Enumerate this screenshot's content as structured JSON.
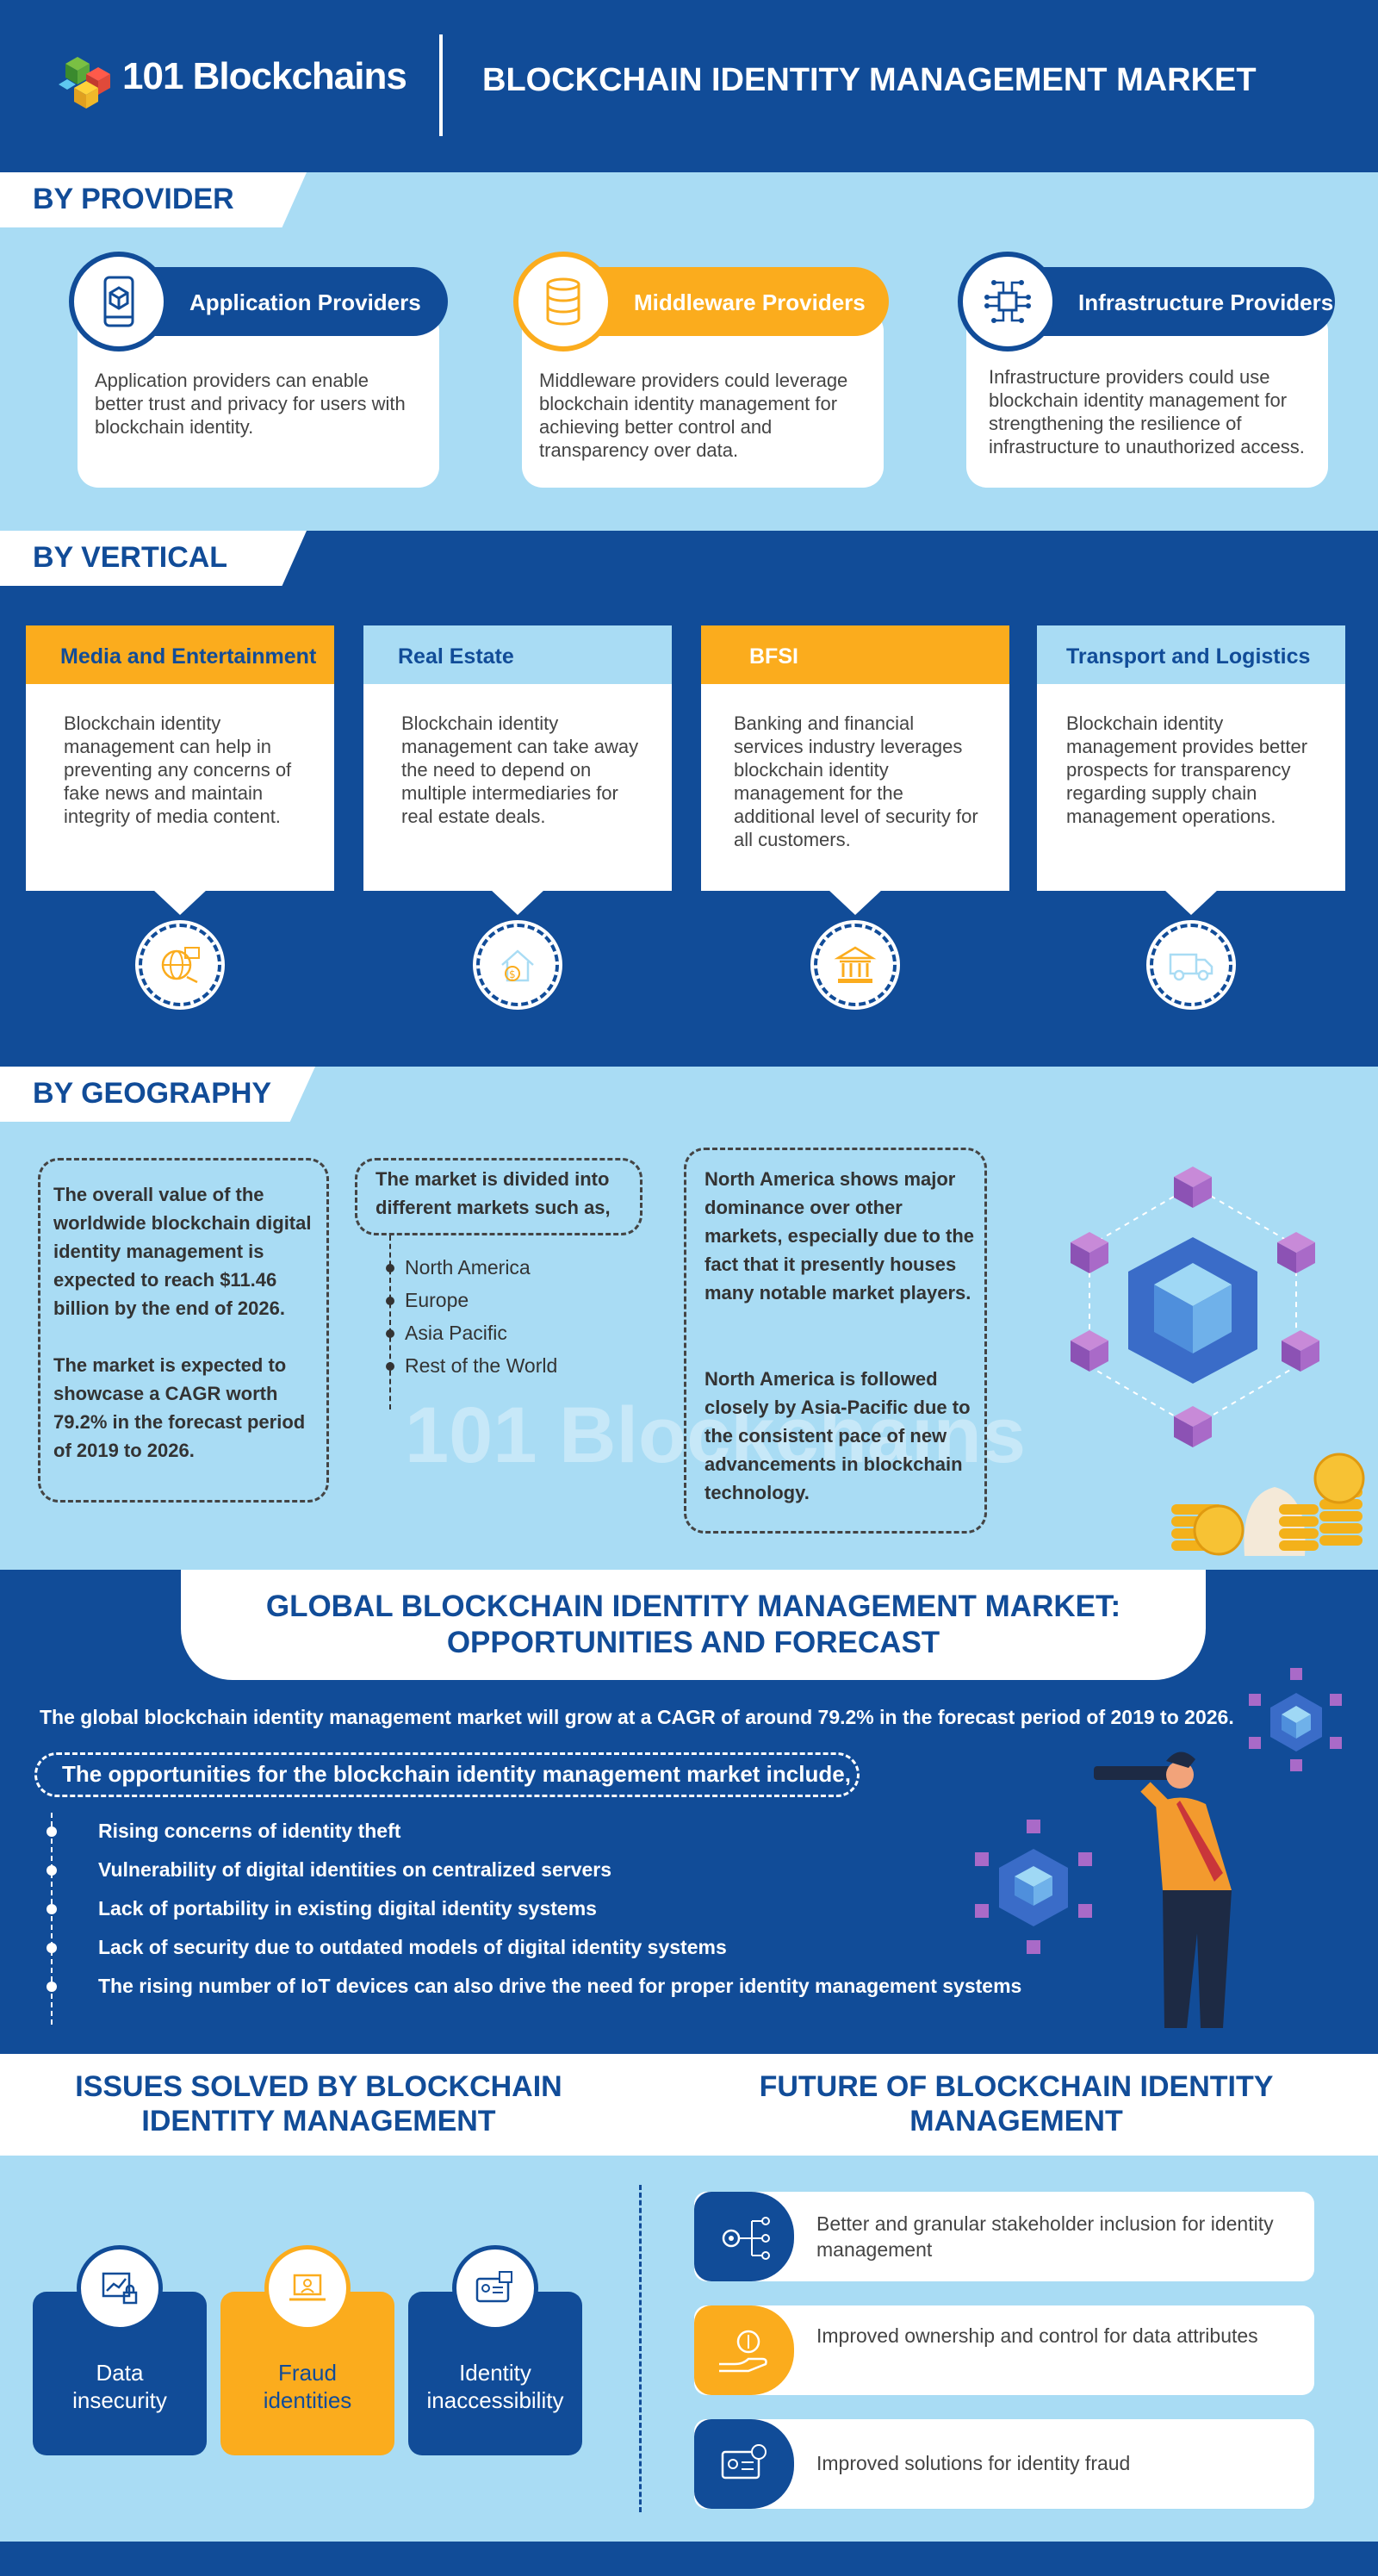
{
  "header": {
    "logo_text": "101 Blockchains",
    "title": "BLOCKCHAIN IDENTITY MANAGEMENT MARKET"
  },
  "provider": {
    "section_title": "BY PROVIDER",
    "items": [
      {
        "label": "Application Providers",
        "icon": "cube-phone-icon",
        "desc": "Application providers can enable better trust and privacy for users with blockchain identity."
      },
      {
        "label": "Middleware Providers",
        "icon": "database-icon",
        "desc": "Middleware providers could leverage blockchain identity management for achieving better control and transparency over data."
      },
      {
        "label": "Infrastructure Providers",
        "icon": "circuit-chip-icon",
        "desc": "Infrastructure providers could use blockchain identity management for strengthening the resilience of infrastructure to unauthorized access."
      }
    ]
  },
  "vertical": {
    "section_title": "BY VERTICAL",
    "items": [
      {
        "label": "Media and Entertainment",
        "icon": "globe-media-icon",
        "desc": "Blockchain identity management can help in preventing any concerns of fake news and maintain integrity of media content."
      },
      {
        "label": "Real Estate",
        "icon": "house-dollar-icon",
        "desc": "Blockchain identity management can take away the need to depend on multiple intermediaries for real estate deals."
      },
      {
        "label": "BFSI",
        "icon": "bank-icon",
        "desc": "Banking and financial services industry leverages blockchain identity management for the additional level of security for all customers."
      },
      {
        "label": "Transport and Logistics",
        "icon": "truck-icon",
        "desc": "Blockchain identity management provides better prospects for transparency regarding supply chain management operations."
      }
    ]
  },
  "geography": {
    "section_title": "BY GEOGRAPHY",
    "value_text_1": "The overall value of the worldwide blockchain digital identity management is expected to reach $11.46 billion by the end of 2026.",
    "value_text_2": "The market is expected to showcase a CAGR worth 79.2% in the forecast period of 2019 to 2026.",
    "divided_intro": "The market is divided into different markets such as,",
    "regions": [
      "North America",
      "Europe",
      "Asia Pacific",
      "Rest of the World"
    ],
    "na_text_1": "North America shows major dominance over other markets, especially due to the fact that it presently houses many notable market players.",
    "na_text_2": "North America is followed closely by Asia-Pacific due to the consistent pace of new advancements in blockchain technology.",
    "watermark": "101 Blockchains"
  },
  "global": {
    "title_line_1": "GLOBAL BLOCKCHAIN IDENTITY MANAGEMENT MARKET:",
    "title_line_2": "OPPORTUNITIES AND FORECAST",
    "cagr_text": "The global blockchain identity management market will grow at a CAGR of around 79.2% in the forecast period of 2019 to 2026.",
    "opps_intro": "The opportunities for the blockchain identity management market include,",
    "opportunities": [
      "Rising concerns of identity theft",
      "Vulnerability of digital identities on centralized servers",
      "Lack of portability in existing digital identity systems",
      "Lack of security due to outdated models of digital identity systems",
      "The rising number of IoT devices can also drive the need for proper identity management systems"
    ]
  },
  "issues": {
    "title_line_1": "ISSUES SOLVED BY BLOCKCHAIN",
    "title_line_2": "IDENTITY MANAGEMENT",
    "items": [
      {
        "line1": "Data",
        "line2": "insecurity",
        "icon": "chart-lock-icon"
      },
      {
        "line1": "Fraud",
        "line2": "identities",
        "icon": "laptop-user-icon"
      },
      {
        "line1": "Identity",
        "line2": "inaccessibility",
        "icon": "id-card-lock-icon"
      }
    ]
  },
  "future": {
    "title_line_1": "FUTURE OF BLOCKCHAIN IDENTITY",
    "title_line_2": "MANAGEMENT",
    "items": [
      {
        "text": "Better and granular stakeholder inclusion for identity management",
        "icon": "gear-network-icon"
      },
      {
        "text": "Improved ownership and control for data attributes",
        "icon": "hand-coin-icon"
      },
      {
        "text": "Improved solutions for identity fraud",
        "icon": "id-card-gear-icon"
      }
    ]
  },
  "colors": {
    "navy": "#114c98",
    "light_blue": "#a9dcf4",
    "orange": "#fbac1d",
    "white": "#ffffff"
  }
}
